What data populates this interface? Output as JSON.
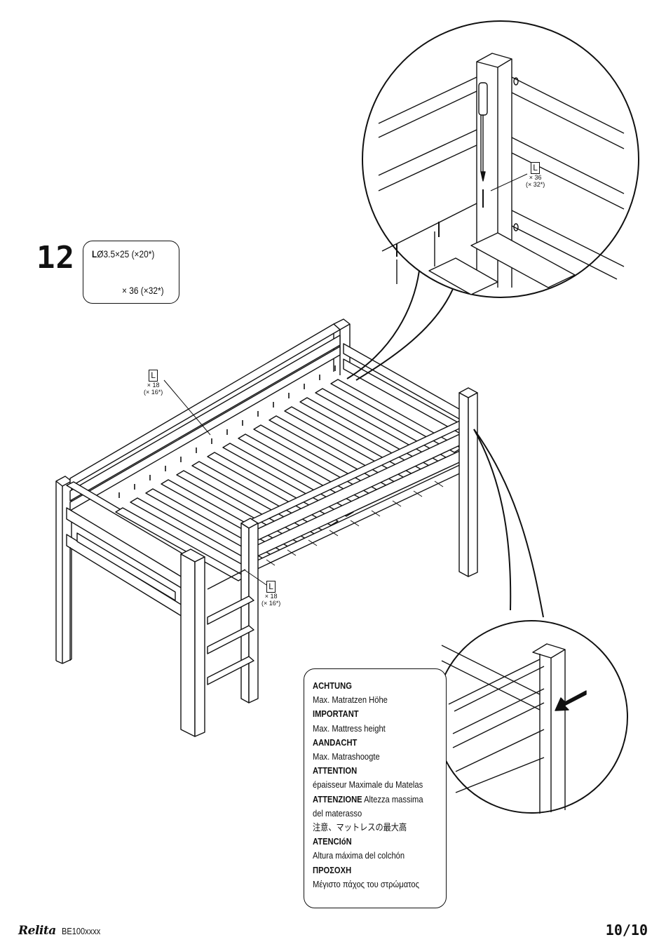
{
  "step": {
    "number": "12"
  },
  "parts": {
    "code": "L",
    "spec": "Ø3.5×25 (×20*)",
    "quantity": "× 36 (×32*)"
  },
  "callouts": {
    "left": {
      "code": "L",
      "qty": "× 18",
      "alt_qty": "(× 16*)"
    },
    "right": {
      "code": "L",
      "qty": "× 18",
      "alt_qty": "(× 16*)"
    },
    "detail": {
      "code": "L",
      "qty": "× 36",
      "alt_qty": "(× 32*)"
    }
  },
  "warning": {
    "lines": [
      {
        "text": "ACHTUNG",
        "bold": true
      },
      {
        "text": "Max. Matratzen Höhe",
        "bold": false
      },
      {
        "text": "IMPORTANT",
        "bold": true
      },
      {
        "text": "Max. Mattress height",
        "bold": false
      },
      {
        "text": "AANDACHT",
        "bold": true
      },
      {
        "text": "Max. Matrashoogte",
        "bold": false
      },
      {
        "text": "ATTENTION",
        "bold": true
      },
      {
        "text": "épaisseur Maximale du Matelas",
        "bold": false
      },
      {
        "text": "ATTENZIONE",
        "bold": true,
        "suffix": " Altezza massima"
      },
      {
        "text": "del materasso",
        "bold": false
      },
      {
        "text": "注意、マットレスの最大高",
        "bold": false
      },
      {
        "text": "ATENCIóN",
        "bold": true
      },
      {
        "text": "Altura máxima del colchón",
        "bold": false
      },
      {
        "text": "ΠΡΟΣΟΧΗ",
        "bold": true
      },
      {
        "text": "Μέγιστο πάχος του στρώματος",
        "bold": false
      }
    ]
  },
  "footer": {
    "brand": "Relita",
    "model": "BE100xxxx",
    "page": "10/10"
  }
}
